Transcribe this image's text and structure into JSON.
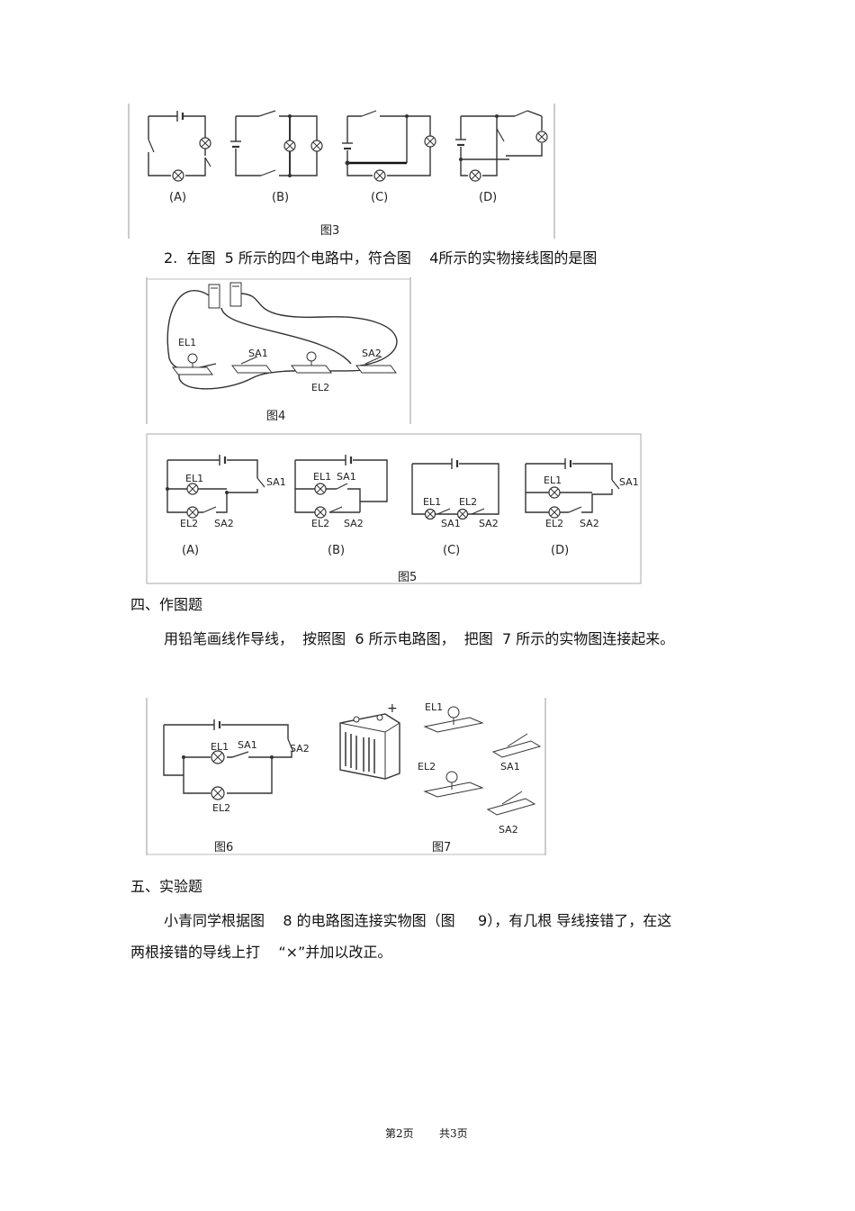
{
  "figure3": {
    "labels": [
      "(A)",
      "(B)",
      "(C)",
      "(D)"
    ],
    "caption": "图3"
  },
  "question2": {
    "text": "2.  在图  5 所示的四个电路中，符合图    4所示的实物接线图的是图"
  },
  "figure4": {
    "labels": {
      "el1": "EL1",
      "sa1": "SA1",
      "el2": "EL2",
      "sa2": "SA2"
    },
    "caption": "图4"
  },
  "figure5": {
    "labels": [
      "(A)",
      "(B)",
      "(C)",
      "(D)"
    ],
    "caption": "图5",
    "components": {
      "el1": "EL1",
      "el2": "EL2",
      "sa1": "SA1",
      "sa2": "SA2"
    }
  },
  "section4": {
    "heading": "四、作图题",
    "instruction": "用铅笔画线作导线，  按照图  6 所示电路图，  把图  7 所示的实物图连接起来。"
  },
  "figure6": {
    "caption": "图6",
    "labels": {
      "el1": "EL1",
      "sa1": "SA1",
      "sa2": "SA2",
      "el2": "EL2"
    }
  },
  "figure7": {
    "caption": "图7",
    "labels": {
      "el1": "EL1",
      "el2": "EL2",
      "sa1": "SA1",
      "sa2": "SA2",
      "plus": "+"
    }
  },
  "section5": {
    "heading": "五、实验题",
    "line1": "小青同学根据图    8 的电路图连接实物图（图     9），有几根 导线接错了，在这",
    "line2": "两根接错的导线上打    “×”并加以改正。"
  },
  "footer": {
    "page": "第2页",
    "total": "共3页"
  }
}
